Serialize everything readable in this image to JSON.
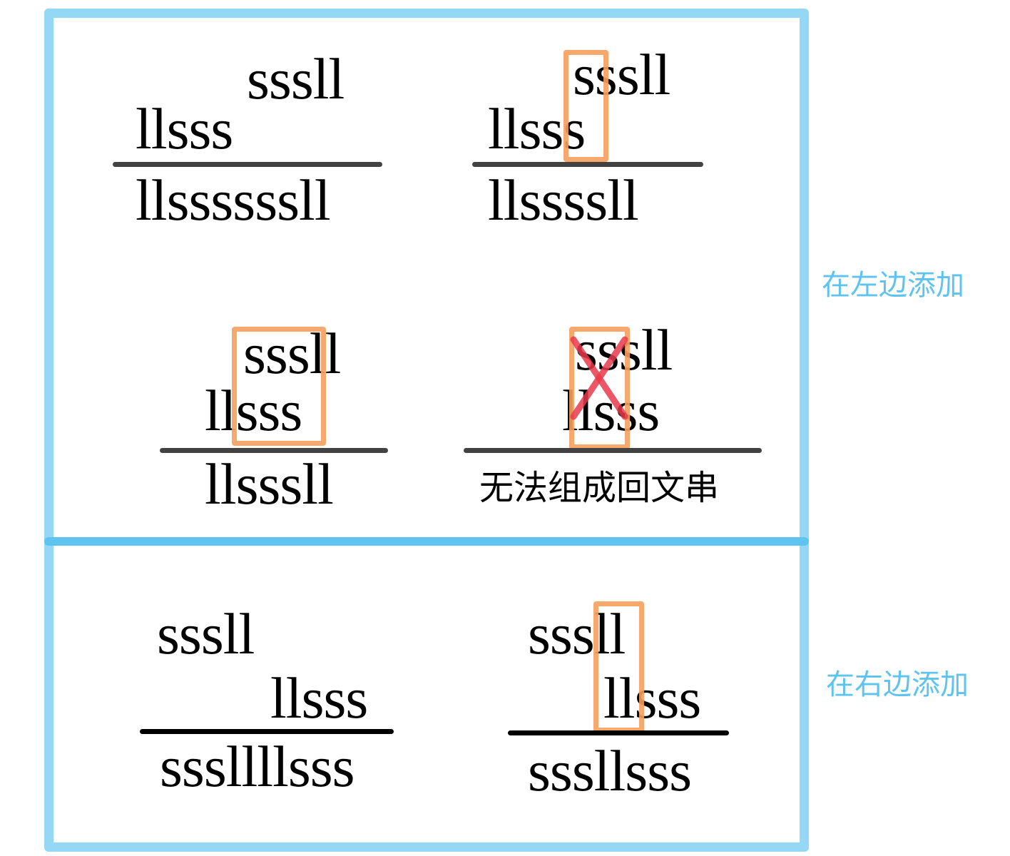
{
  "labels": {
    "left_add": "在左边添加",
    "right_add": "在右边添加"
  },
  "colors": {
    "frame": "#94d8f6",
    "divider": "#5ec3ef",
    "label": "#5ec3ef",
    "highlight": "#f69e5c",
    "cross": "#e83a4b",
    "rule_grey": "#424242"
  },
  "left_add_examples": [
    {
      "top": "sssll",
      "bottom": "llsss",
      "result": "llssssssll"
    },
    {
      "top": "sssll",
      "bottom": "llsss",
      "result": "llssssll"
    },
    {
      "top": "sssll",
      "bottom": "llsss",
      "result": "llsssll"
    },
    {
      "top": "sssll",
      "bottom": "llsss",
      "result": "无法组成回文串"
    }
  ],
  "right_add_examples": [
    {
      "top": "sssll",
      "bottom": "llsss",
      "result": "sssllllsss"
    },
    {
      "top": "sssll",
      "bottom": "llsss",
      "result": "sssllsss"
    }
  ],
  "icons": {
    "invalid_mark": "cross-icon"
  }
}
